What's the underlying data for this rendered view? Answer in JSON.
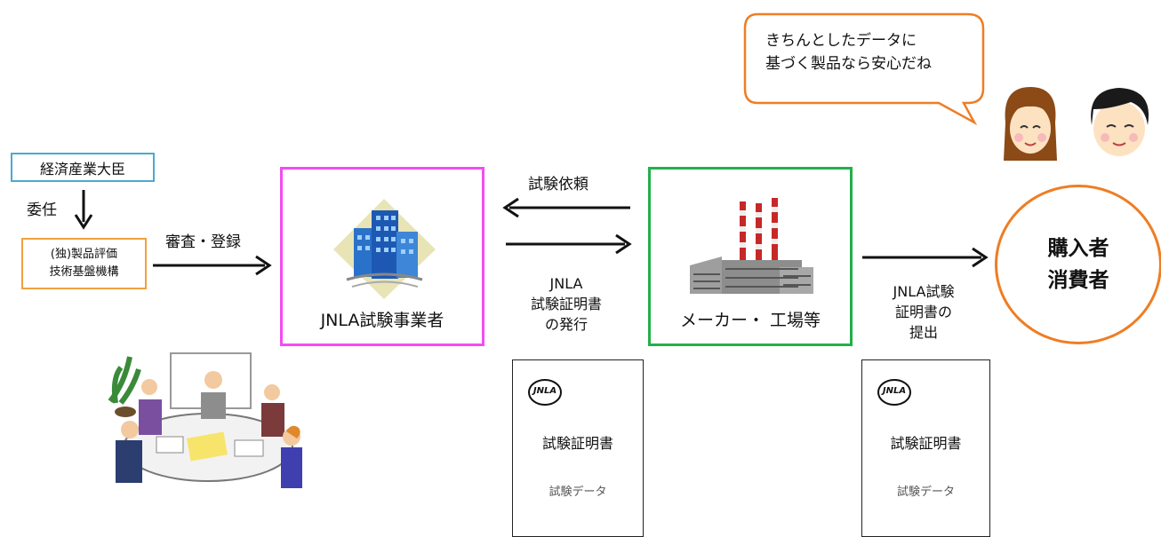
{
  "speech": {
    "text": "きちんとしたデータに\n基づく製品なら安心だね"
  },
  "minister": {
    "label": "経済産業大臣"
  },
  "nite": {
    "label": "(独)製品評価\n技術基盤機構"
  },
  "delegation": {
    "label": "委任"
  },
  "registration": {
    "label": "審査・登録"
  },
  "jnla_provider": {
    "label": "JNLA試験事業者"
  },
  "test_request": {
    "label": "試験依頼"
  },
  "issuance": {
    "label": "JNLA\n試験証明書\nの発行"
  },
  "maker": {
    "label": "メーカー・ 工場等"
  },
  "submission": {
    "label": "JNLA試験\n証明書の\n提出"
  },
  "consumer": {
    "label": "購入者\n消費者"
  },
  "certificate": {
    "logo_text": "JNLA",
    "title": "試験証明書",
    "data_label": "試験データ"
  },
  "colors": {
    "minister_border": "#4aa9d1",
    "nite_border": "#f0a040",
    "jnla_border": "#f34cf2",
    "maker_border": "#22b04a",
    "consumer_border": "#ef7d24",
    "speech_border": "#ef7d24"
  },
  "icons": [
    "building-icon",
    "factory-icon",
    "meeting-people-illustration",
    "woman-face-icon",
    "man-face-icon",
    "jnla-logo-icon",
    "speech-bubble"
  ]
}
